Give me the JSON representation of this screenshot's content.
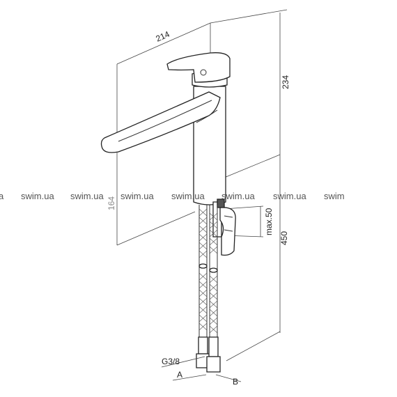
{
  "dimensions": {
    "spout_length": "214",
    "height_top": "234",
    "spout_height": "164",
    "clamp_max": "max.50",
    "hose_length": "450"
  },
  "connections": {
    "thread": "G3/8",
    "hose_a": "A",
    "hose_b": "B"
  },
  "watermarks": [
    "a",
    "swim.ua",
    "swim.ua",
    "swim.ua",
    "swim.ua",
    "swim.ua",
    "swim.ua",
    "swim"
  ]
}
